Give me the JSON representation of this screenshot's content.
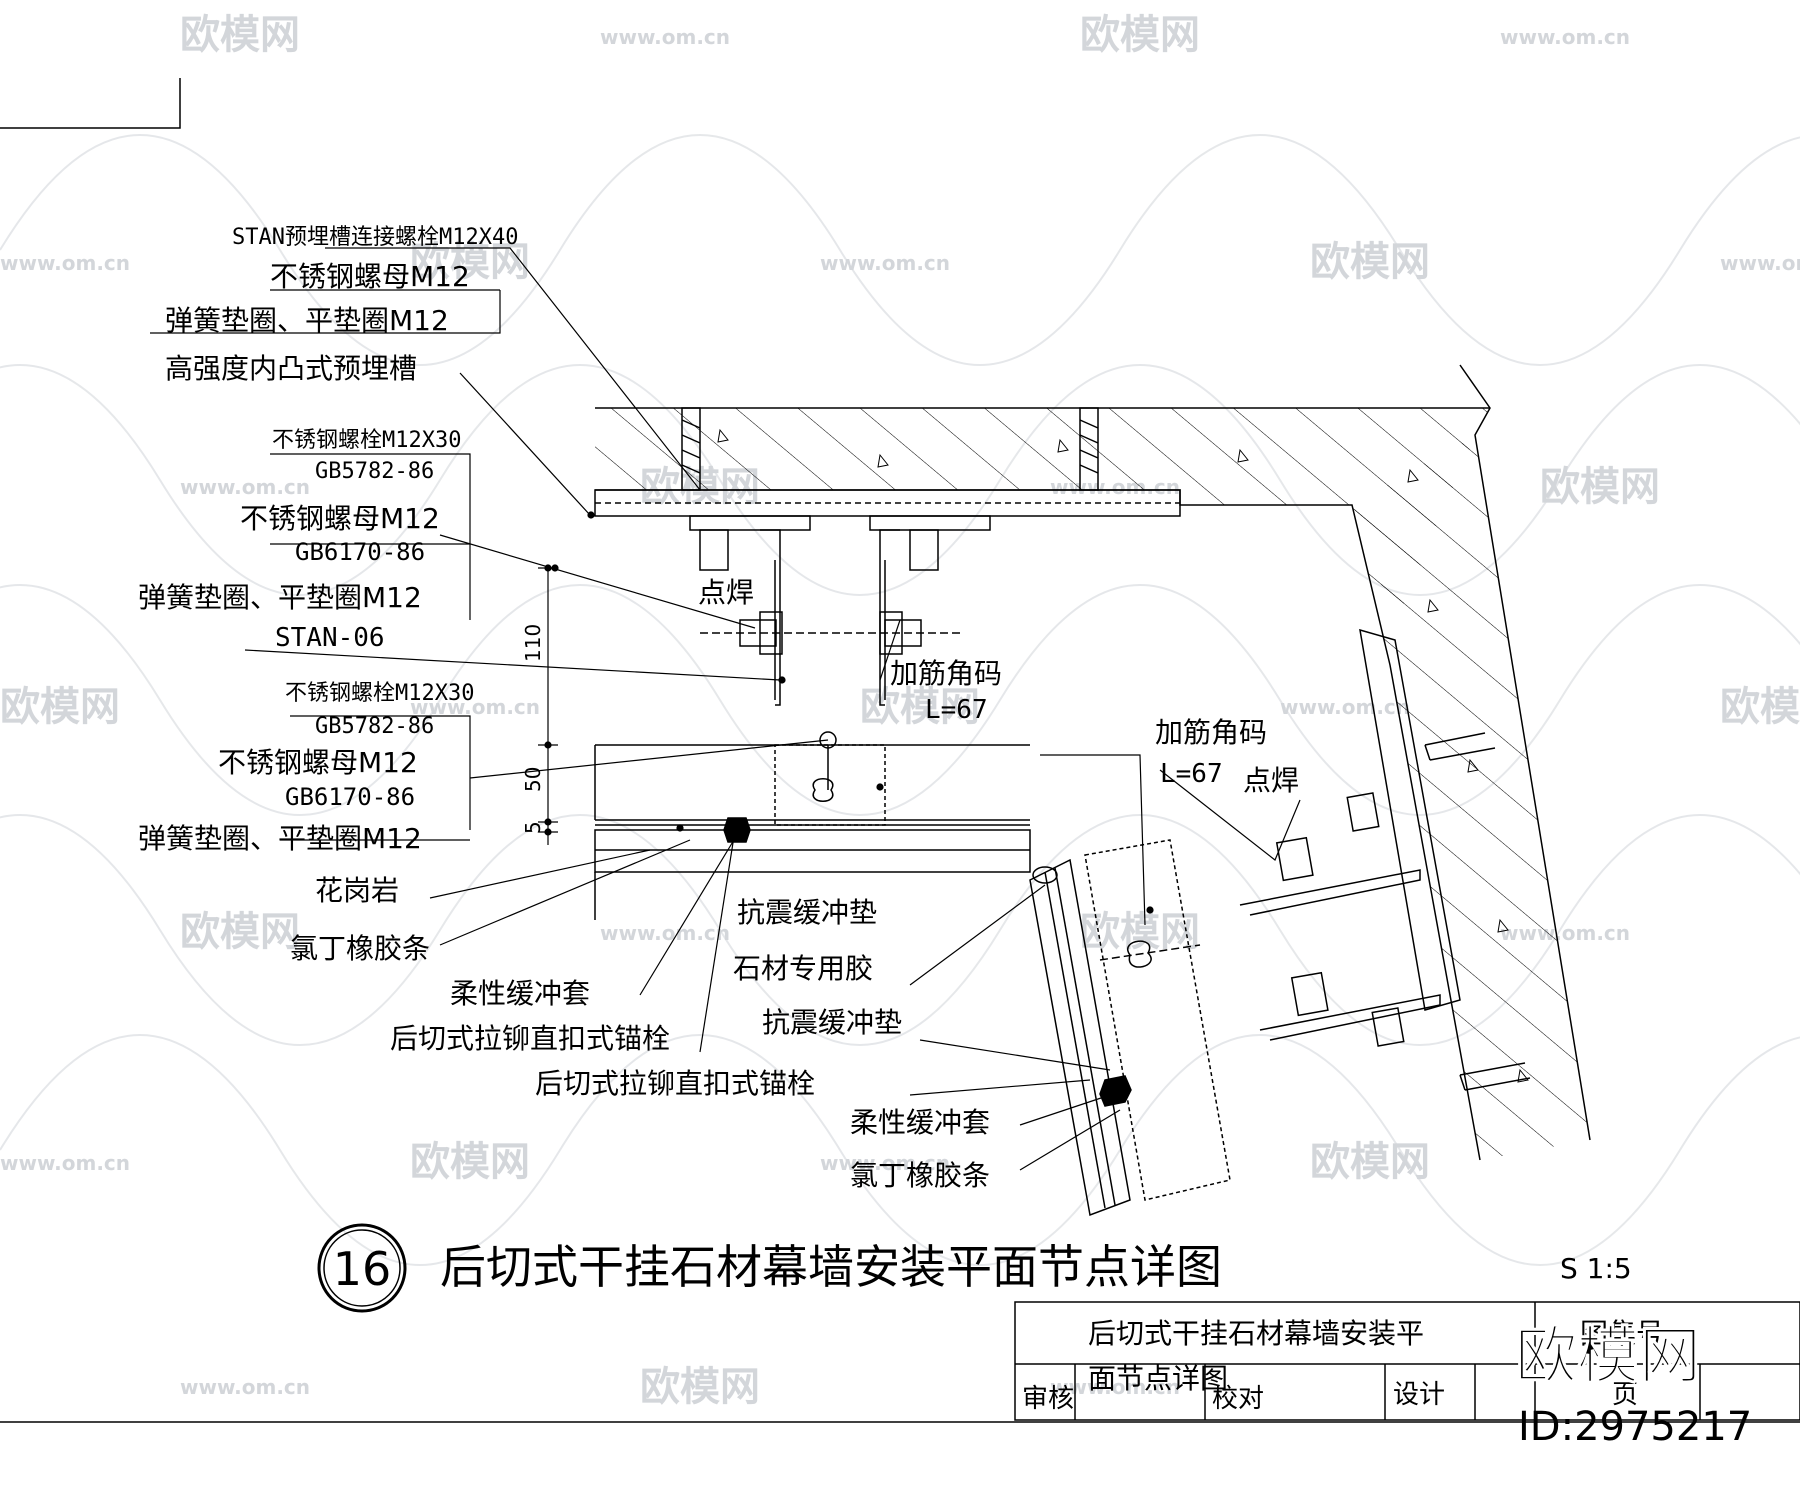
{
  "labels_left": {
    "stan_bolt": "STAN预埋槽连接螺栓M12X40",
    "nut1": "不锈钢螺母M12",
    "washer1": "弹簧垫圈、平垫圈M12",
    "channel": "高强度内凸式预埋槽",
    "bolt2": "不锈钢螺栓M12X30",
    "bolt2_std": "GB5782-86",
    "nut2": "不锈钢螺母M12",
    "nut2_std": "GB6170-86",
    "washer2": "弹簧垫圈、平垫圈M12",
    "stan06": "STAN-06",
    "bolt3": "不锈钢螺栓M12X30",
    "bolt3_std": "GB5782-86",
    "nut3": "不锈钢螺母M12",
    "nut3_std": "GB6170-86",
    "washer3": "弹簧垫圈、平垫圈M12",
    "granite": "花岗岩",
    "neoprene": "氯丁橡胶条",
    "sleeve": "柔性缓冲套",
    "anchor1": "后切式拉铆直扣式锚栓",
    "anchor2": "后切式拉铆直扣式锚栓"
  },
  "labels_mid": {
    "spot_weld_1": "点焊",
    "angle_1": "加筋角码",
    "angle_1_len": "L=67",
    "pad_1": "抗震缓冲垫",
    "glue": "石材专用胶",
    "pad_2": "抗震缓冲垫",
    "sleeve_2": "柔性缓冲套",
    "neoprene_2": "氯丁橡胶条",
    "angle_2": "加筋角码",
    "angle_2_len": "L=67",
    "spot_weld_2": "点焊"
  },
  "dimensions": {
    "d110": "110",
    "d50": "50",
    "d5": "5"
  },
  "title": {
    "number": "16",
    "text": "后切式干挂石材幕墙安装平面节点详图",
    "scale": "S 1:5"
  },
  "title_block": {
    "name_line1": "后切式干挂石材幕墙安装平",
    "name_line2": "面节点详图",
    "atlas_no": "图集号",
    "review": "审核",
    "check": "校对",
    "design": "设计",
    "page": "页"
  },
  "watermark": {
    "brand": "欧模网",
    "url": "www.om.cn",
    "id": "ID:2975217"
  }
}
